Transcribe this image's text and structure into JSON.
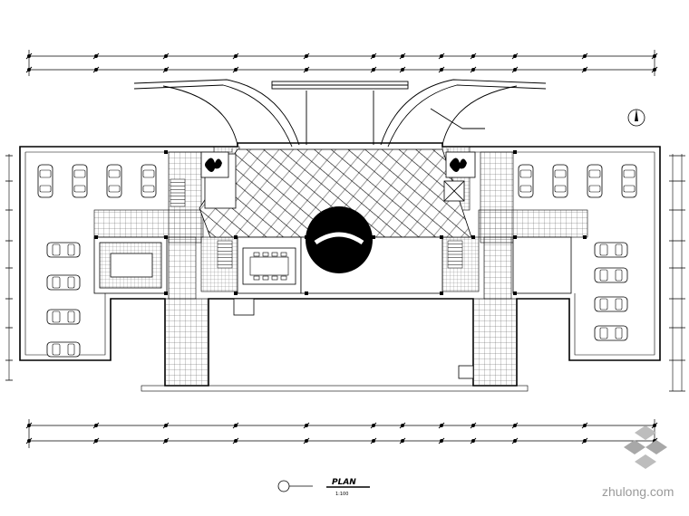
{
  "plan_title": "PLAN",
  "scale_label": "1:100",
  "watermark": "zhulong.com",
  "north_symbol": "north-arrow-icon",
  "line_color": "#000000",
  "tile_color": "#555555",
  "watermark_color": "#9a9a9a"
}
